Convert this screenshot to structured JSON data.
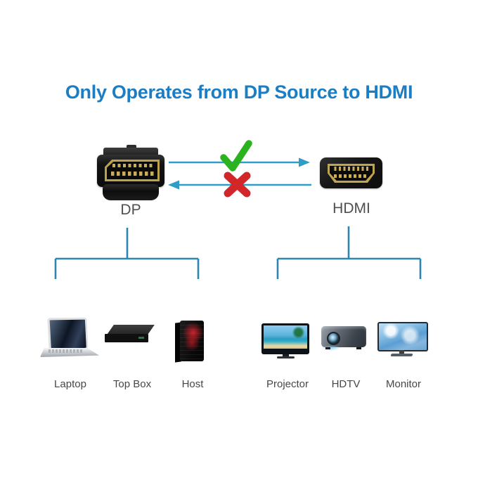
{
  "title": {
    "text": "Only Operates from DP Source to HDMI"
  },
  "connectors": {
    "dp": {
      "label": "DP"
    },
    "hdmi": {
      "label": "HDMI"
    }
  },
  "direction": {
    "allowed": {
      "from": "DP",
      "to": "HDMI",
      "icon": "check-icon"
    },
    "blocked": {
      "from": "HDMI",
      "to": "DP",
      "icon": "cross-icon"
    }
  },
  "source_devices": {
    "items": [
      {
        "label": "Laptop",
        "icon": "laptop-icon"
      },
      {
        "label": "Top Box",
        "icon": "set-top-box-icon"
      },
      {
        "label": "Host",
        "icon": "pc-tower-icon"
      }
    ]
  },
  "display_devices": {
    "items": [
      {
        "label": "Projector",
        "icon": "tv-icon"
      },
      {
        "label": "HDTV",
        "icon": "projector-icon"
      },
      {
        "label": "Monitor",
        "icon": "monitor-icon"
      }
    ]
  },
  "colors": {
    "title_blue": "#1b7ec5",
    "arrow_teal": "#2f9dc4",
    "bracket_teal": "#2c86ad",
    "check_green": "#2bb31f",
    "cross_red": "#d32629",
    "label_gray": "#4f4f4f",
    "connector_gold": "#bfa452"
  }
}
